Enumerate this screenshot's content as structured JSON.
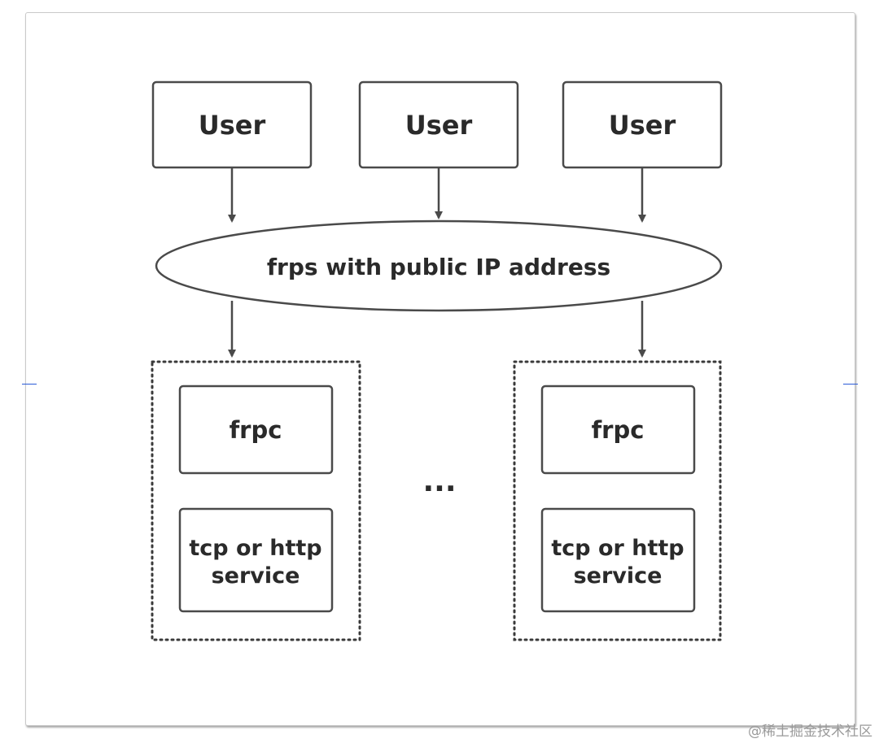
{
  "nodes": {
    "users": [
      "User",
      "User",
      "User"
    ],
    "server": "frps with public IP address",
    "clients": [
      {
        "client": "frpc",
        "service_line1": "tcp or http",
        "service_line2": "service"
      },
      {
        "client": "frpc",
        "service_line1": "tcp or http",
        "service_line2": "service"
      }
    ],
    "ellipsis": "..."
  },
  "watermark": "@稀土掘金技术社区",
  "colors": {
    "stroke": "#4a4a4a",
    "text": "#2a2a2a",
    "tick": "#2a5bd7",
    "frame_border": "#c9c9c9"
  }
}
